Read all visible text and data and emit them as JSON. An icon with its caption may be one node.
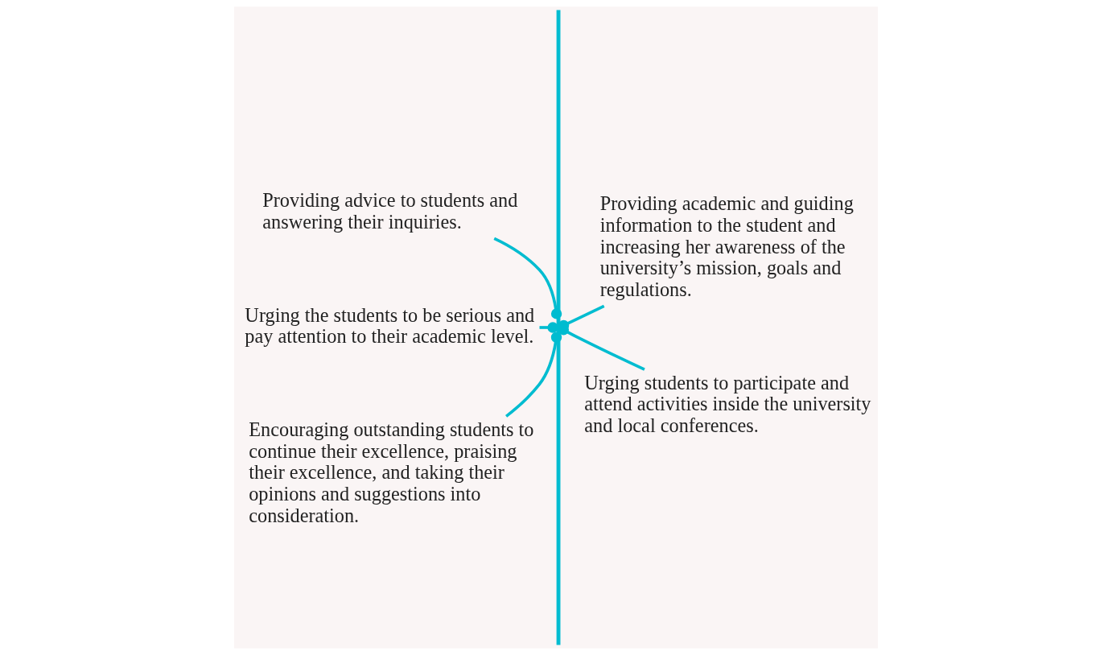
{
  "diagram": {
    "nodes": [
      {
        "text": [],
        "shape": "bar"
      },
      {
        "text": [
          "Providing academic and guiding information to the student and increasing her awareness of the university’s mission, goals and regulations."
        ]
      },
      {
        "text": [
          "Providing advice to students and answering their inquiries."
        ]
      },
      {
        "text": [
          "Urging the students to be serious and pay attention to their academic level."
        ]
      },
      {
        "text": [
          "Urging students to participate and attend activities inside the university and local conferences."
        ]
      },
      {
        "text": [
          "Encouraging outstanding students to continue their excellence, praising their excellence, and taking their opinions and suggestions into consideration."
        ]
      }
    ],
    "edges": [
      {
        "from": 1,
        "to": 0,
        "arrow": "other"
      },
      {
        "from": 2,
        "to": 0,
        "arrow": "other"
      },
      {
        "from": 3,
        "to": 0,
        "arrow": "other"
      },
      {
        "from": 4,
        "to": 0,
        "arrow": "other"
      },
      {
        "from": 5,
        "to": 0,
        "arrow": "other"
      }
    ]
  }
}
